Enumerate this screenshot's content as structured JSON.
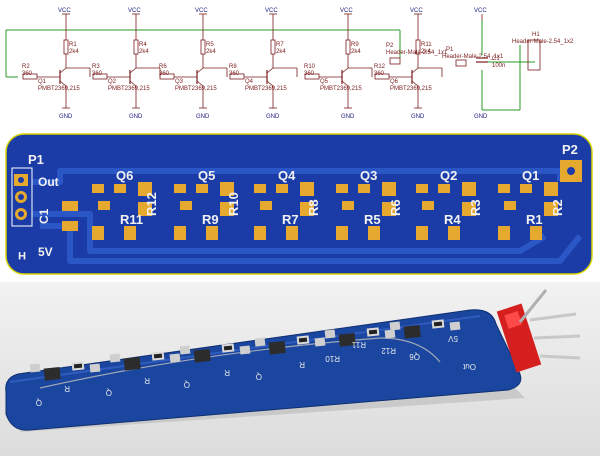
{
  "schematic": {
    "vcc_labels": [
      "VCC",
      "VCC",
      "VCC",
      "VCC",
      "VCC",
      "VCC",
      "VCC"
    ],
    "gnd_labels": [
      "GND",
      "GND",
      "GND",
      "GND",
      "GND",
      "GND",
      "GND"
    ],
    "stages": [
      {
        "q": "Q1",
        "r_top": "R1",
        "r_top_val": "2k4",
        "r_base": "R2",
        "r_base_val": "360",
        "part": "PMBT2369,215"
      },
      {
        "q": "Q2",
        "r_top": "R4",
        "r_top_val": "2k4",
        "r_base": "R3",
        "r_base_val": "360",
        "part": "PMBT2369,215"
      },
      {
        "q": "Q3",
        "r_top": "R5",
        "r_top_val": "2k4",
        "r_base": "R6",
        "r_base_val": "360",
        "part": "PMBT2369,215"
      },
      {
        "q": "Q4",
        "r_top": "R7",
        "r_top_val": "2k4",
        "r_base": "R8",
        "r_base_val": "360",
        "part": "PMBT2369,215"
      },
      {
        "q": "Q5",
        "r_top": "R9",
        "r_top_val": "2k4",
        "r_base": "R10",
        "r_base_val": "360",
        "part": "PMBT2369,215"
      }
    ],
    "q6": {
      "q": "Q6",
      "part": "PMBT2369,215",
      "r_top": "R11",
      "r_top_val": "2k4",
      "r_base": "R12",
      "r_base_val": "360"
    },
    "p2": {
      "ref": "P2",
      "val": "Header-Male-2.54_1x1"
    },
    "p1": {
      "ref": "P1",
      "val": "Header-Male-2.54_1x1"
    },
    "c1": {
      "ref": "C1",
      "val": "100n"
    },
    "h1": {
      "ref": "H1",
      "val": "Header-Male-2.54_1x2"
    }
  },
  "pcb": {
    "p1_label": "P1",
    "p2_label": "P2",
    "out_label": "Out",
    "v5_label": "5V",
    "c1_label": "C1",
    "h_label": "H",
    "q_labels": [
      "Q6",
      "Q5",
      "Q4",
      "Q3",
      "Q2",
      "Q1"
    ],
    "r_mid_labels": [
      "R12",
      "R10",
      "R8",
      "R6",
      "R3",
      "R2"
    ],
    "r_low_labels": [
      "R11",
      "R9",
      "R7",
      "R5",
      "R4",
      "R1"
    ],
    "colors": {
      "board": "#1b3ca6",
      "copper": "#2a56c6",
      "pad": "#e6a92f",
      "outline": "#d9d300"
    }
  },
  "photo": {
    "silk_labels": [
      "Q",
      "R",
      "Q",
      "R",
      "Q",
      "R",
      "Q",
      "R",
      "R10",
      "R12",
      "R11",
      "Q6",
      "5V",
      "Out"
    ],
    "colors": {
      "board": "#1a46a0",
      "header": "#d62020"
    }
  }
}
